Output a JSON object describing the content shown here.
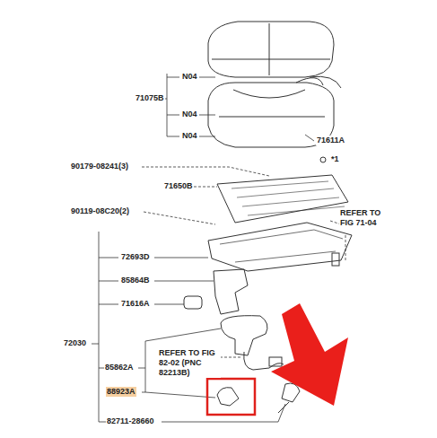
{
  "diagram": {
    "labels": [
      "71075B",
      "N04",
      "N04",
      "N04",
      "71611A",
      "*1",
      "90179-08241(3)",
      "71650B",
      "90119-08C20(2)",
      "REFER TO FIG 71-04",
      "72693D",
      "85864B",
      "71616A",
      "72030",
      "REFER TO FIG 82-02 (PNC 82213B)",
      "85862A",
      "88923A",
      "82711-28660"
    ]
  }
}
